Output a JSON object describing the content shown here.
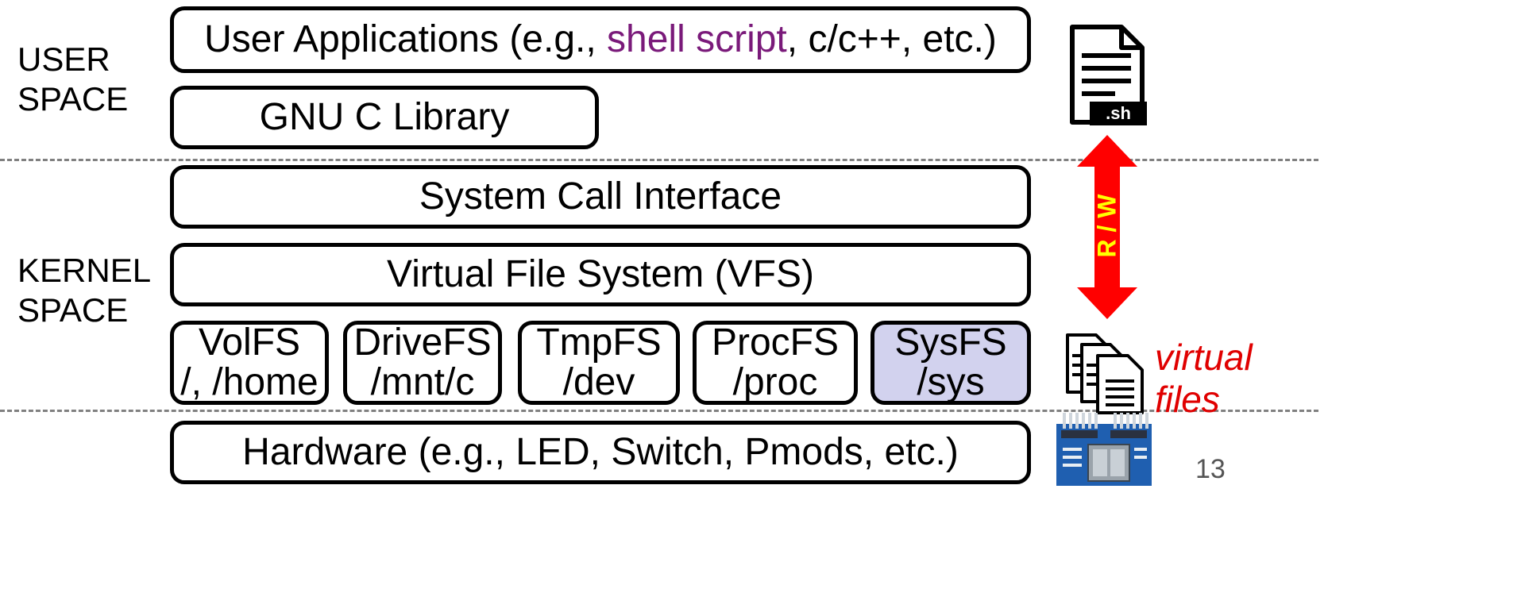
{
  "labels": {
    "user_space": "USER\nSPACE",
    "kernel_space": "KERNEL\nSPACE",
    "virtual_files": "virtual\nfiles",
    "rw": "R / W",
    "sh": ".sh",
    "page_number": "13"
  },
  "layers": {
    "user_apps_prefix": "User Applications (e.g., ",
    "user_apps_highlight": "shell script",
    "user_apps_suffix": ", c/c++, etc.)",
    "glibc": "GNU C Library",
    "syscall": "System Call Interface",
    "vfs": "Virtual File System (VFS)",
    "hardware": "Hardware (e.g., LED, Switch, Pmods, etc.)"
  },
  "filesystems": [
    {
      "name": "VolFS",
      "path": "/, /home"
    },
    {
      "name": "DriveFS",
      "path": "/mnt/c"
    },
    {
      "name": "TmpFS",
      "path": "/dev"
    },
    {
      "name": "ProcFS",
      "path": "/proc"
    },
    {
      "name": "SysFS",
      "path": "/sys"
    }
  ],
  "colors": {
    "highlight_text": "#7a1a7a",
    "sysfs_fill": "#d2d2ee",
    "arrow": "#ff0000",
    "arrow_label": "#ffff00",
    "virtual_files": "#e00000"
  }
}
